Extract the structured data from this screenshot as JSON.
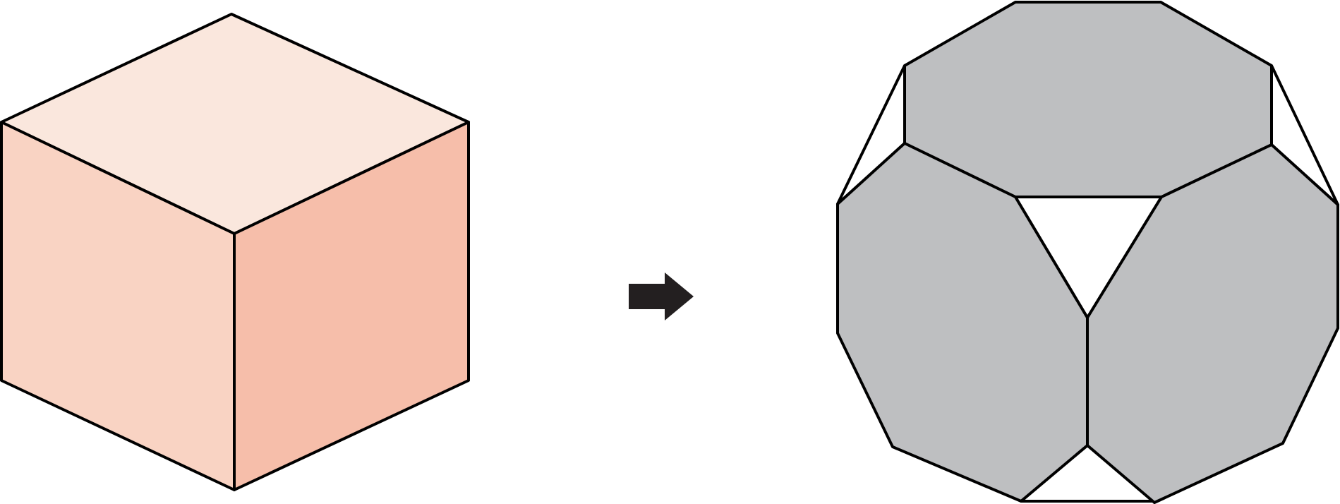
{
  "diagram": {
    "description_visible_text": "",
    "colors": {
      "background": "#ffffff",
      "stroke": "#000000",
      "cube_top": "#fae7dd",
      "cube_left": "#f9d3c3",
      "cube_right": "#f6beaa",
      "truncated_face": "#bebfc1",
      "triangle_face": "#ffffff",
      "arrow": "#231f20"
    },
    "shapes": {
      "left": "cube",
      "connector": "arrow-right",
      "right": "truncated-cube"
    }
  }
}
